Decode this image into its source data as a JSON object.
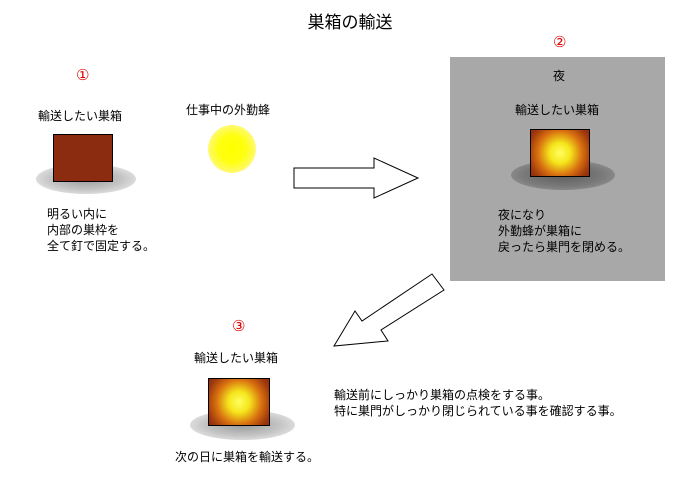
{
  "title": "巣箱の輸送",
  "step1": {
    "number": "①",
    "hive_label": "輸送したい巣箱",
    "bee_label": "仕事中の外勤蜂",
    "desc": [
      "明るい内に",
      "内部の巣枠を",
      "全て釘で固定する。"
    ]
  },
  "step2": {
    "number": "②",
    "night_label": "夜",
    "hive_label": "輸送したい巣箱",
    "desc": [
      "夜になり",
      "外勤蜂が巣箱に",
      "戻ったら巣門を閉める。"
    ]
  },
  "step3": {
    "number": "③",
    "hive_label": "輸送したい巣箱",
    "desc": [
      "次の日に巣箱を輸送する。"
    ]
  },
  "note": [
    "輸送前にしっかり巣箱の点検をする事。",
    "特に巣門がしっかり閉じられている事を確認する事。"
  ],
  "colors": {
    "step_number": "#e00000",
    "hive_box": "#8b2c10",
    "glow": "#ffff00",
    "night_panel": "#a8a8a8"
  }
}
